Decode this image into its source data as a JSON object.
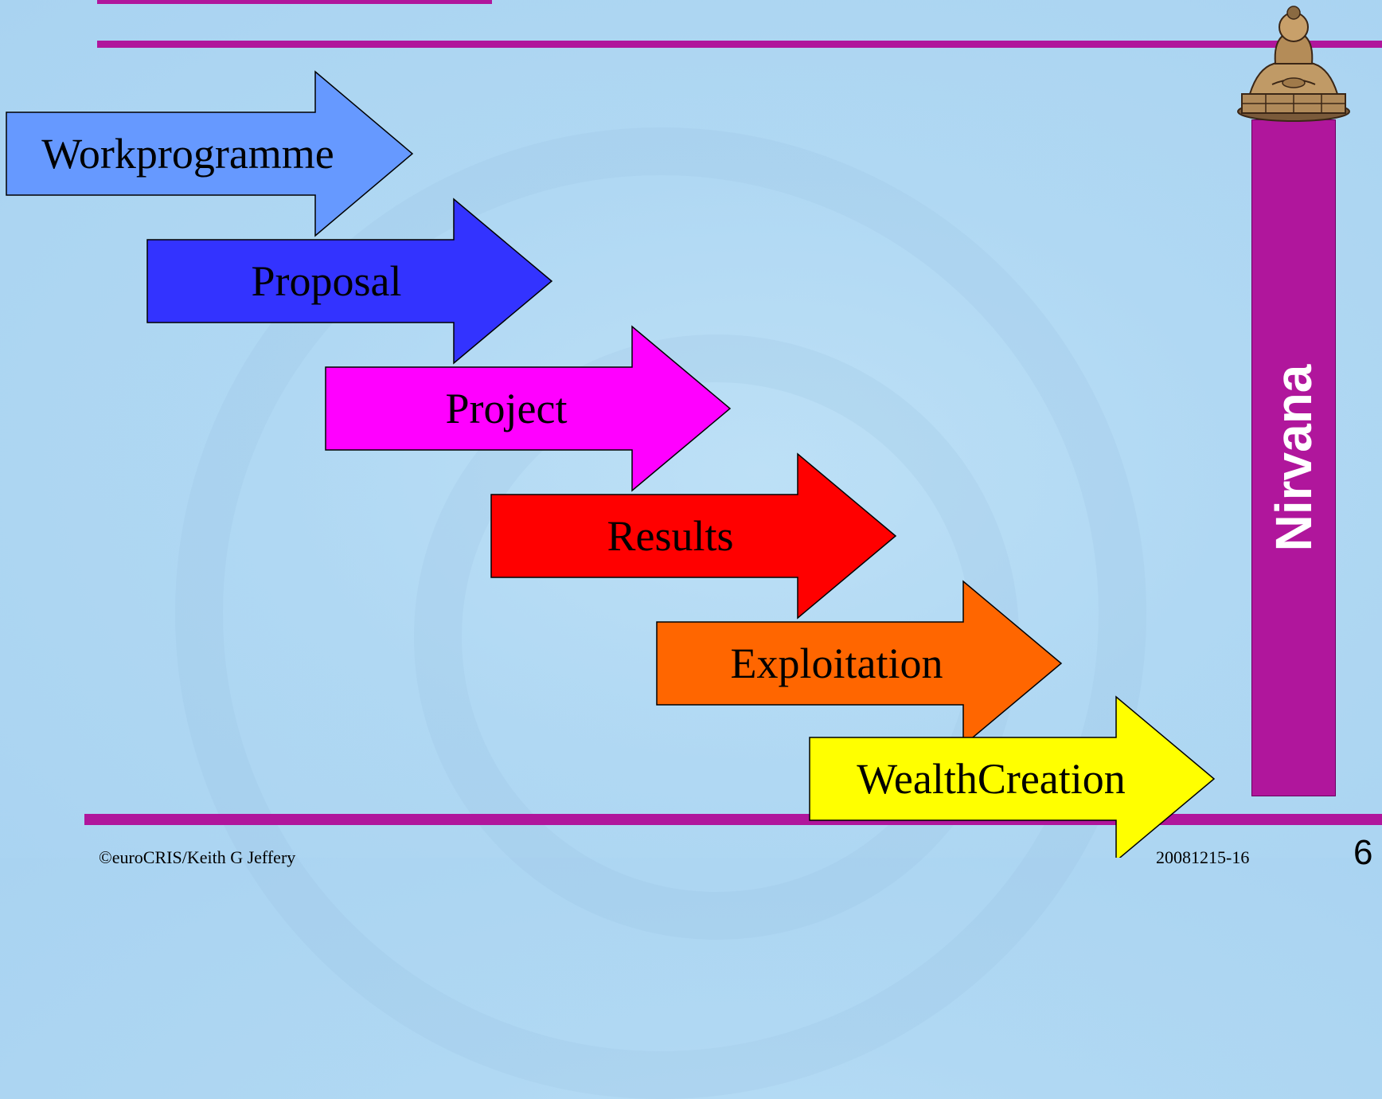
{
  "steps": [
    {
      "label": "Workprogramme",
      "color": "#6699ff"
    },
    {
      "label": "Proposal",
      "color": "#3333ff"
    },
    {
      "label": "Project",
      "color": "#ff00ff"
    },
    {
      "label": "Results",
      "color": "#ff0000"
    },
    {
      "label": "Exploitation",
      "color": "#ff6600"
    },
    {
      "label": "WealthCreation",
      "color": "#ffff00"
    }
  ],
  "goal": {
    "label": "Nirvana",
    "color": "#b0169c"
  },
  "footer": {
    "left": "©euroCRIS/Keith G Jeffery",
    "right": "20081215-16",
    "page": "6"
  },
  "accent_color": "#b0169c",
  "icon": "buddha-statue-icon"
}
